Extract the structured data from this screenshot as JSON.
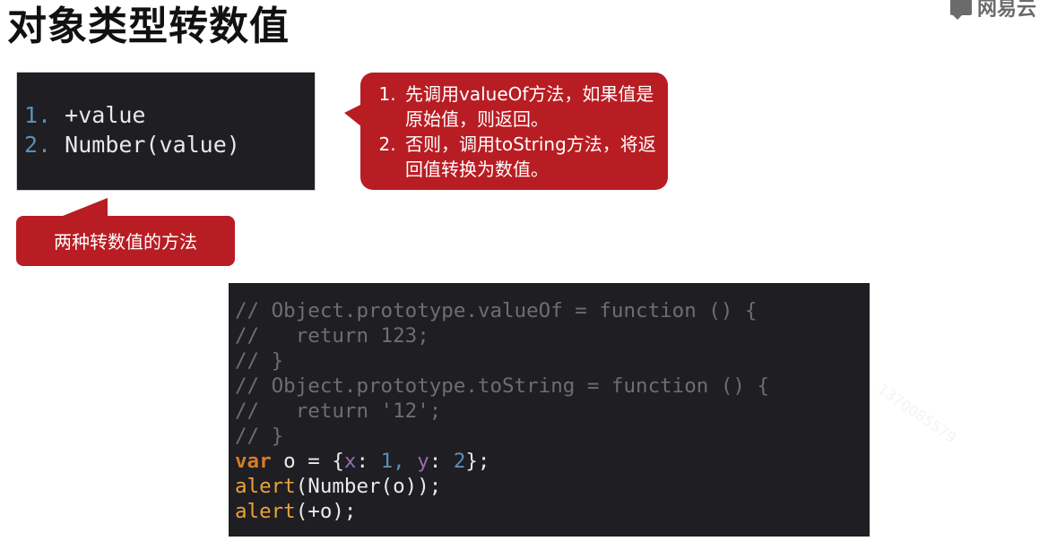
{
  "slide": {
    "title": "对象类型转数值",
    "brand": "网易云"
  },
  "methods_box": {
    "items": [
      {
        "num": "1.",
        "text": " +value"
      },
      {
        "num": "2.",
        "text": " Number(value)"
      }
    ]
  },
  "explanation_callout": {
    "items": [
      "先调用valueOf方法，如果值是原始值，则返回。",
      "否则，调用toString方法，将返回值转换为数值。"
    ]
  },
  "methods_callout": {
    "label": "两种转数值的方法"
  },
  "code": {
    "lines": [
      "// Object.prototype.valueOf = function () {",
      "//   return 123;",
      "// }",
      "// Object.prototype.toString = function () {",
      "//   return '12';",
      "// }"
    ],
    "var_kw": "var",
    "var_rest1": " o = {",
    "prop_x": "x",
    "colon1": ": ",
    "num1": "1,",
    "space": " ",
    "prop_y": "y",
    "colon2": ": ",
    "num2": "2",
    "var_end": "};",
    "alert1_fn": "alert",
    "alert1_rest": "(Number(o));",
    "alert2_fn": "alert",
    "alert2_rest": "(+o);"
  },
  "watermark": "1370085579"
}
